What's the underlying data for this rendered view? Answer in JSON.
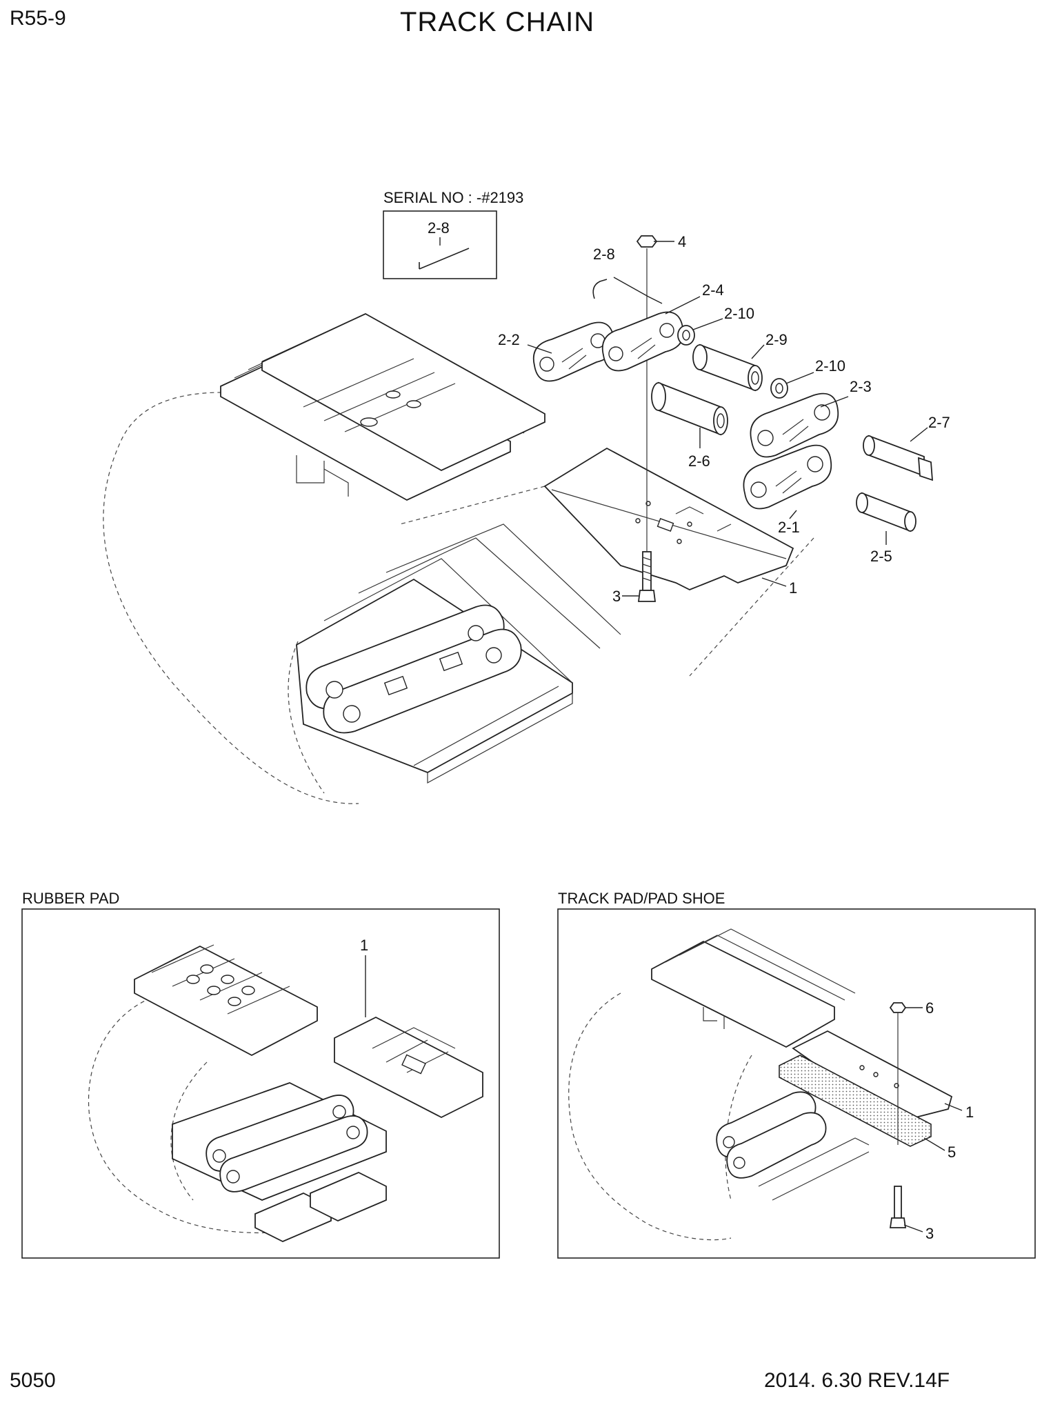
{
  "header": {
    "model": "R55-9",
    "title": "TRACK CHAIN"
  },
  "footer": {
    "page_number": "5050",
    "revision": "2014. 6.30  REV.14F"
  },
  "main_view": {
    "serial_note": "SERIAL NO : -#2193",
    "inset_label": "2-8",
    "callouts": {
      "c4": "4",
      "c2_8": "2-8",
      "c2_4": "2-4",
      "c2_10a": "2-10",
      "c2_2": "2-2",
      "c2_9": "2-9",
      "c2_10b": "2-10",
      "c2_3": "2-3",
      "c2_7": "2-7",
      "c2_6": "2-6",
      "c2_1": "2-1",
      "c2_5": "2-5",
      "c3": "3",
      "c1": "1"
    }
  },
  "rubber_pad_view": {
    "title": "RUBBER PAD",
    "callouts": {
      "c1": "1"
    }
  },
  "track_pad_view": {
    "title": "TRACK PAD/PAD SHOE",
    "callouts": {
      "c6": "6",
      "c1": "1",
      "c5": "5",
      "c3": "3"
    }
  }
}
